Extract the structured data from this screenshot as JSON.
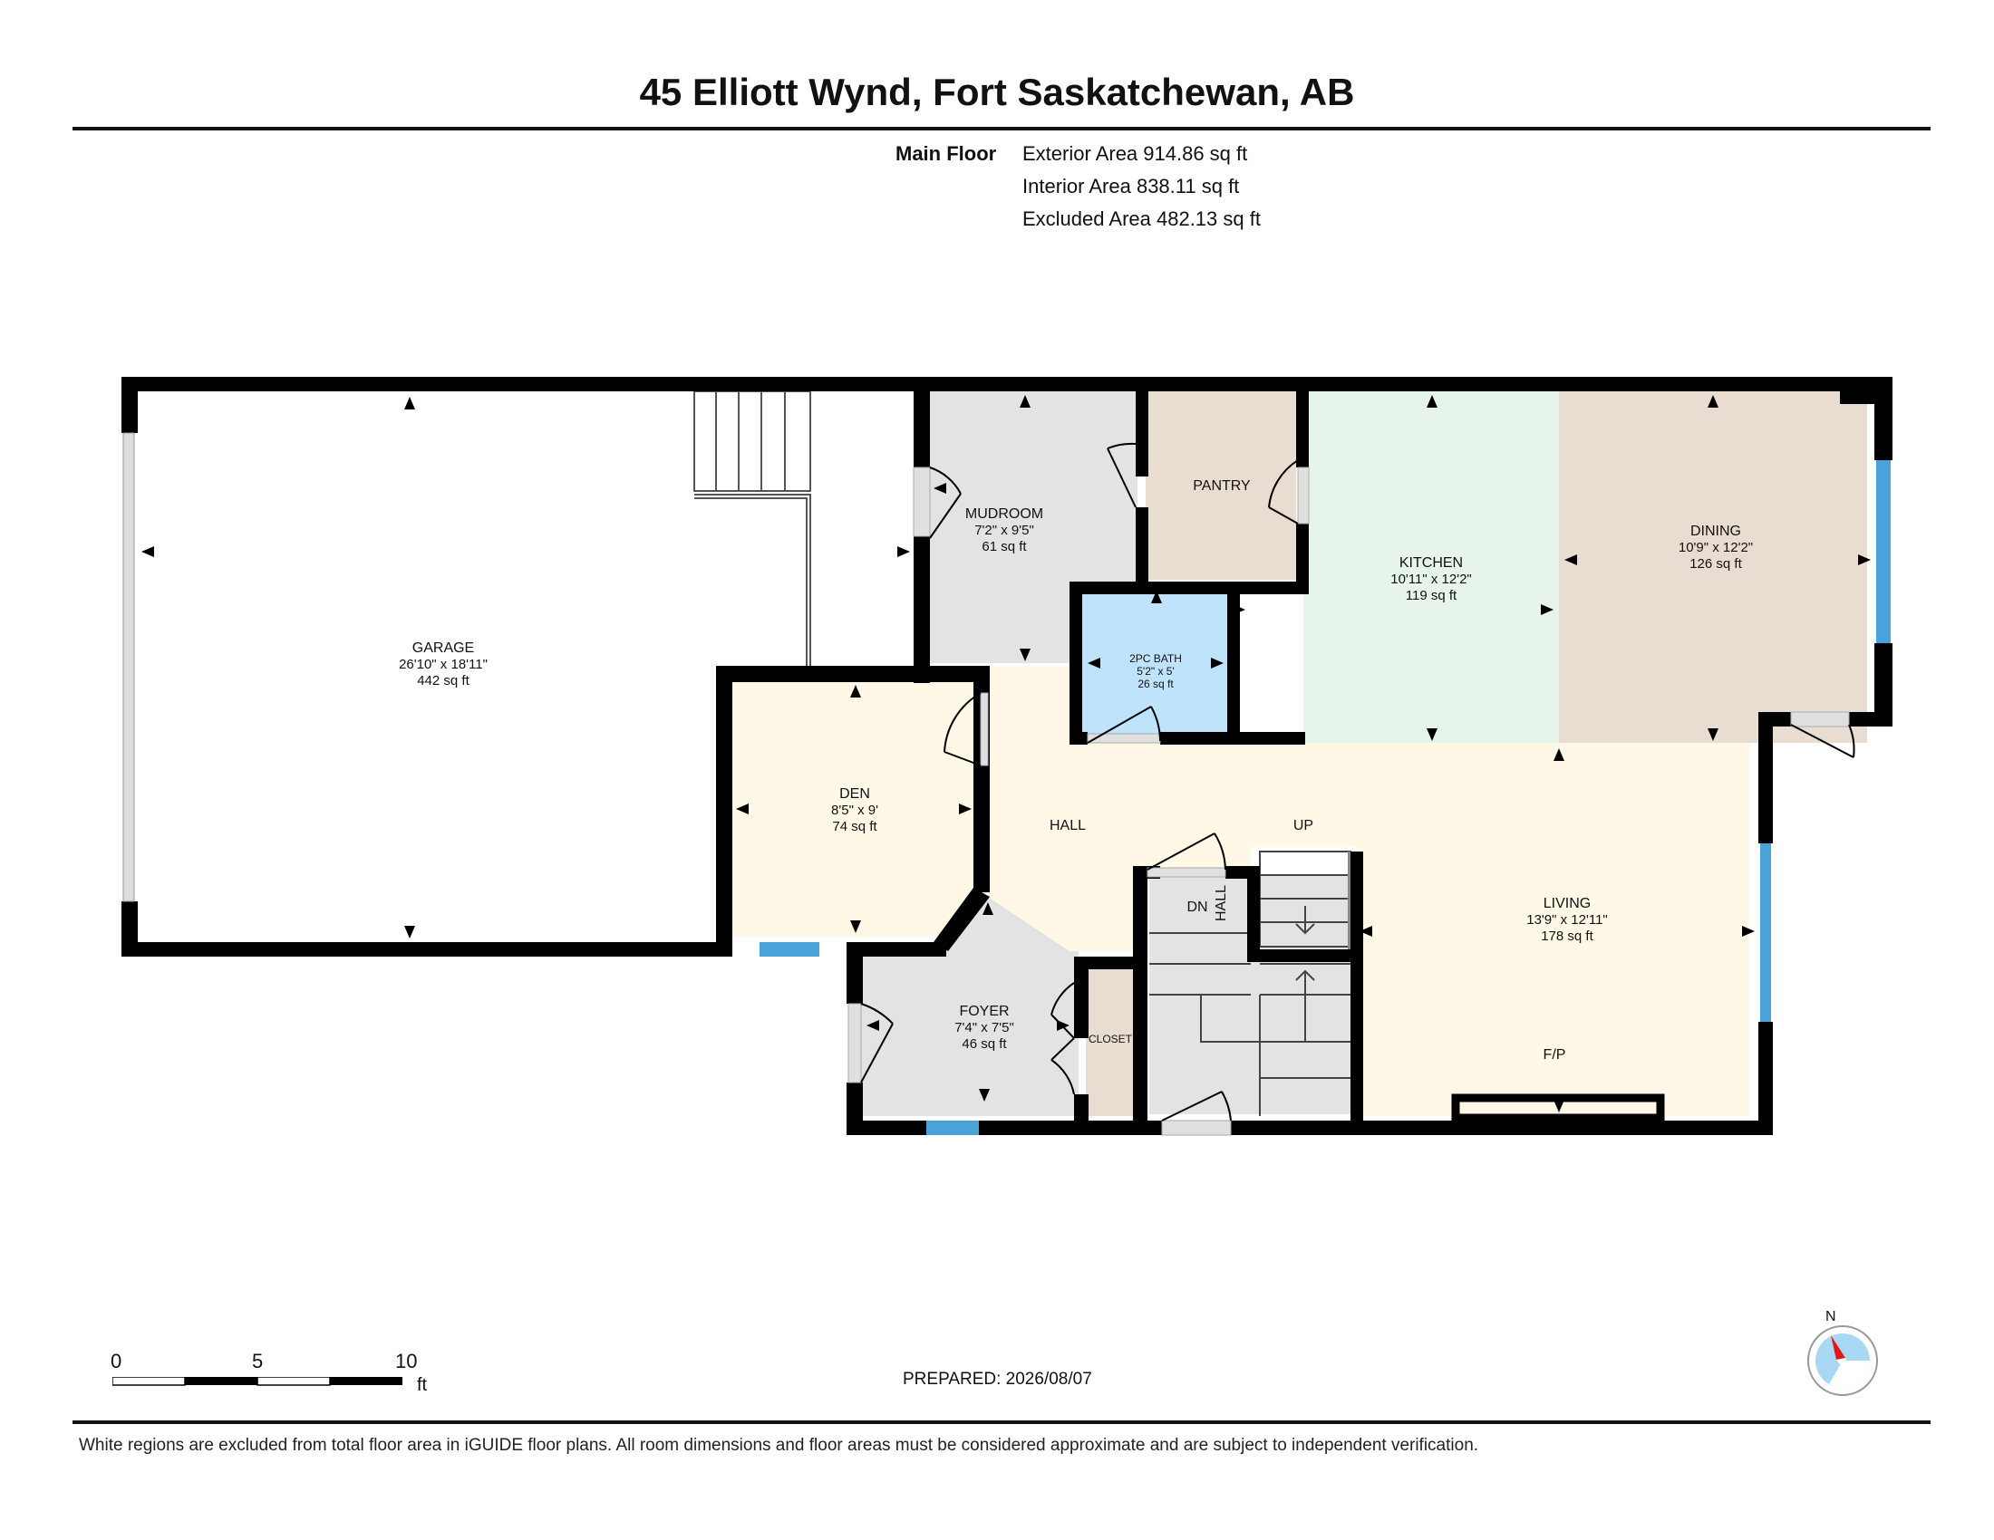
{
  "title": "45 Elliott Wynd, Fort Saskatchewan, AB",
  "floor": {
    "label": "Main Floor",
    "areas": [
      "Exterior Area 914.86 sq ft",
      "Interior Area 838.11 sq ft",
      "Excluded Area 482.13 sq ft"
    ]
  },
  "rooms": {
    "garage": {
      "name": "GARAGE",
      "dims": "26'10\" x 18'11\"",
      "area": "442 sq ft"
    },
    "mudroom": {
      "name": "MUDROOM",
      "dims": "7'2\" x 9'5\"",
      "area": "61 sq ft"
    },
    "pantry": {
      "name": "PANTRY"
    },
    "kitchen": {
      "name": "KITCHEN",
      "dims": "10'11\" x 12'2\"",
      "area": "119 sq ft"
    },
    "dining": {
      "name": "DINING",
      "dims": "10'9\" x 12'2\"",
      "area": "126 sq ft"
    },
    "bath": {
      "name": "2PC BATH",
      "dims": "5'2\" x 5'",
      "area": "26 sq ft"
    },
    "den": {
      "name": "DEN",
      "dims": "8'5\" x 9'",
      "area": "74 sq ft"
    },
    "hall": {
      "name": "HALL"
    },
    "up": {
      "name": "UP"
    },
    "dn": {
      "name": "DN"
    },
    "hall_small": {
      "name": "HALL"
    },
    "living": {
      "name": "LIVING",
      "dims": "13'9\" x 12'11\"",
      "area": "178 sq ft"
    },
    "foyer": {
      "name": "FOYER",
      "dims": "7'4\" x 7'5\"",
      "area": "46 sq ft"
    },
    "closet": {
      "name": "CLOSET"
    },
    "fireplace": {
      "name": "F/P"
    }
  },
  "colors": {
    "wall": "#000000",
    "mudroom": "#e3e3e3",
    "pantry": "#e8ddd0",
    "kitchen": "#e6f4ec",
    "dining": "#e8ddd0",
    "bath": "#bfe3fb",
    "den": "#fff8e6",
    "hall": "#fff8e6",
    "living": "#fff8e6",
    "foyer": "#e3e3e3",
    "closet": "#e8ddd0",
    "stairs": "#e3e3e3",
    "window": "#4aa3d8"
  },
  "scale": {
    "ticks": [
      "0",
      "5",
      "10"
    ],
    "unit": "ft"
  },
  "prepared": "PREPARED: 2026/08/07",
  "compass": {
    "label": "N",
    "icon": "compass-icon"
  },
  "disclaimer": "White regions are excluded from total floor area in iGUIDE floor plans. All room dimensions and floor areas must be considered approximate and are subject to independent verification."
}
